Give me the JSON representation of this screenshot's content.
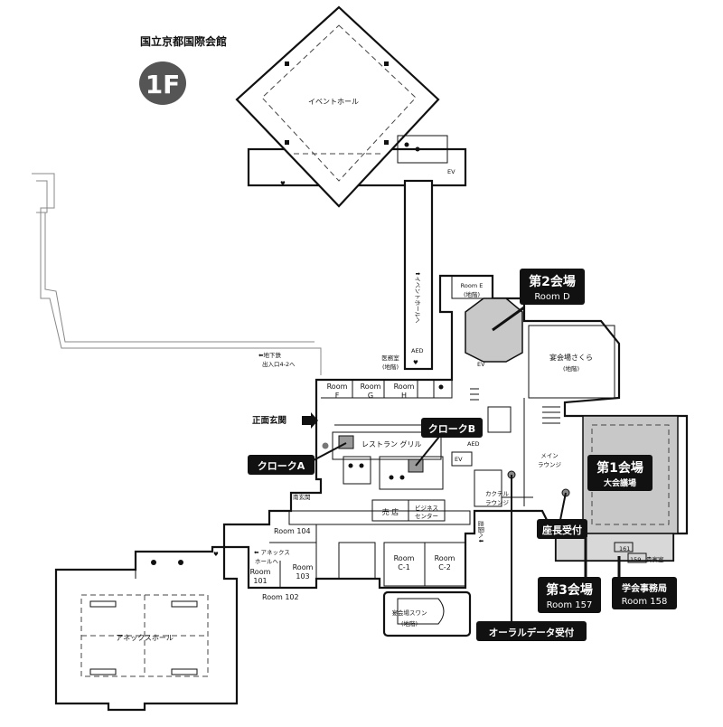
{
  "header": {
    "title": "国立京都国際会館",
    "floor": "1F"
  },
  "halls": {
    "event_hall": "イベントホール",
    "annex_hall": "アネックスホール",
    "banquet_sakura": "宴会場さくら",
    "banquet_sakura_sub": "(地階)",
    "banquet_swan": "宴会場スワン",
    "banquet_swan_sub": "(地階)",
    "main_hall_name": "大会議場"
  },
  "rooms": {
    "room_e": "Room E",
    "room_e_sub": "(地階)",
    "room_f_a": "Room",
    "room_f_b": "F",
    "room_g_a": "Room",
    "room_g_b": "G",
    "room_h_a": "Room",
    "room_h_b": "H",
    "room_104": "Room 104",
    "room_103_a": "Room",
    "room_103_b": "103",
    "room_101_a": "Room",
    "room_101_b": "101",
    "room_102": "Room 102",
    "room_c1_a": "Room",
    "room_c1_b": "C-1",
    "room_c2_a": "Room",
    "room_c2_b": "C-2",
    "room_161": "161",
    "room_159": "159",
    "vip_room": "貴賓室"
  },
  "labels": {
    "medical_a": "医務室",
    "medical_b": "(地階)",
    "aed": "AED",
    "ev": "EV",
    "restaurant": "レストラン グリル",
    "shop": "売 店",
    "business_a": "ビジネス",
    "business_b": "センター",
    "main_lounge_a": "メイン",
    "main_lounge_b": "ラウンジ",
    "cocktail_a": "カクテル",
    "cocktail_b": "ラウンジ",
    "main_entrance": "正面玄関",
    "south_entrance": "南玄関",
    "subway_a": "⬅地下鉄",
    "subway_b": "出入口4-2へ",
    "to_event_hall": "⬆イベントホールへ",
    "to_annex_a": "⬅ アネックス",
    "to_annex_b": "ホールへ",
    "to_garden": "庭園へ⬇"
  },
  "callouts": {
    "venue2_main": "第2会場",
    "venue2_sub": "Room D",
    "venue1_main": "第1会場",
    "venue1_sub": "大会議場",
    "venue3_main": "第3会場",
    "venue3_sub": "Room 157",
    "secretariat_main": "学会事務局",
    "secretariat_sub": "Room 158",
    "cloak_a": "クロークA",
    "cloak_b": "クロークB",
    "chair_reception": "座長受付",
    "oral_data_reception": "オーラルデータ受付"
  },
  "colors": {
    "accent_dark": "#111111",
    "venue_grey": "#c8c8c8",
    "floor_badge": "#555555"
  }
}
